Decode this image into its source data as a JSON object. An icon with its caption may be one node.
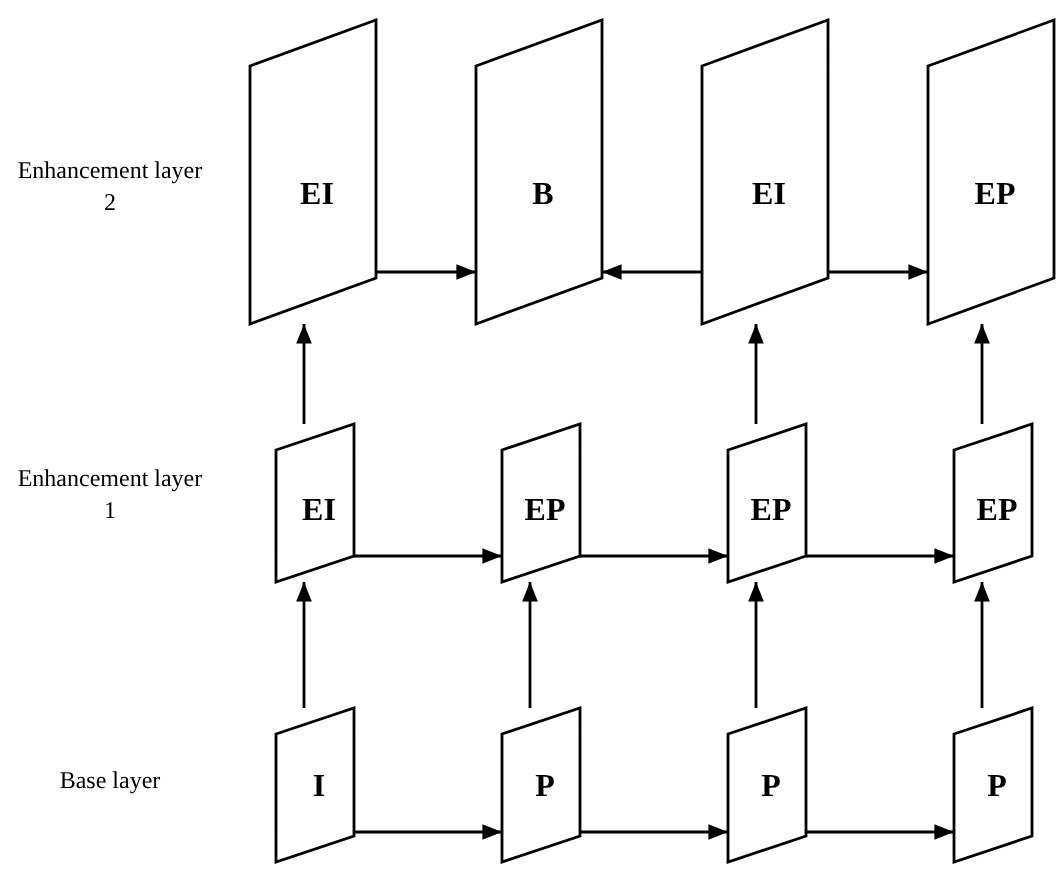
{
  "diagram": {
    "nodes": [
      {
        "text": [
          "EI"
        ]
      },
      {
        "text": [
          "B"
        ]
      },
      {
        "text": [
          "EI"
        ]
      },
      {
        "text": [
          "EP"
        ]
      },
      {
        "text": [
          "EI"
        ]
      },
      {
        "text": [
          "EP"
        ]
      },
      {
        "text": [
          "EP"
        ]
      },
      {
        "text": [
          "EP"
        ]
      },
      {
        "text": [
          "I"
        ]
      },
      {
        "text": [
          "P"
        ]
      },
      {
        "text": [
          "P"
        ]
      },
      {
        "text": [
          "P"
        ]
      }
    ],
    "edges": [
      {
        "from": 0,
        "to": 1,
        "arrow": "to"
      },
      {
        "from": 2,
        "to": 1,
        "arrow": "to"
      },
      {
        "from": 2,
        "to": 3,
        "arrow": "to"
      },
      {
        "from": 4,
        "to": 0,
        "arrow": "to"
      },
      {
        "from": 6,
        "to": 2,
        "arrow": "to"
      },
      {
        "from": 7,
        "to": 3,
        "arrow": "to"
      },
      {
        "from": 4,
        "to": 5,
        "arrow": "to"
      },
      {
        "from": 5,
        "to": 6,
        "arrow": "to"
      },
      {
        "from": 6,
        "to": 7,
        "arrow": "to"
      },
      {
        "from": 8,
        "to": 4,
        "arrow": "to"
      },
      {
        "from": 9,
        "to": 5,
        "arrow": "to"
      },
      {
        "from": 10,
        "to": 6,
        "arrow": "to"
      },
      {
        "from": 11,
        "to": 7,
        "arrow": "to"
      },
      {
        "from": 8,
        "to": 9,
        "arrow": "to"
      },
      {
        "from": 9,
        "to": 10,
        "arrow": "to"
      },
      {
        "from": 10,
        "to": 11,
        "arrow": "to"
      }
    ],
    "labels": [
      "Enhancement layer 2",
      "Enhancement layer 1",
      "Base layer"
    ]
  }
}
